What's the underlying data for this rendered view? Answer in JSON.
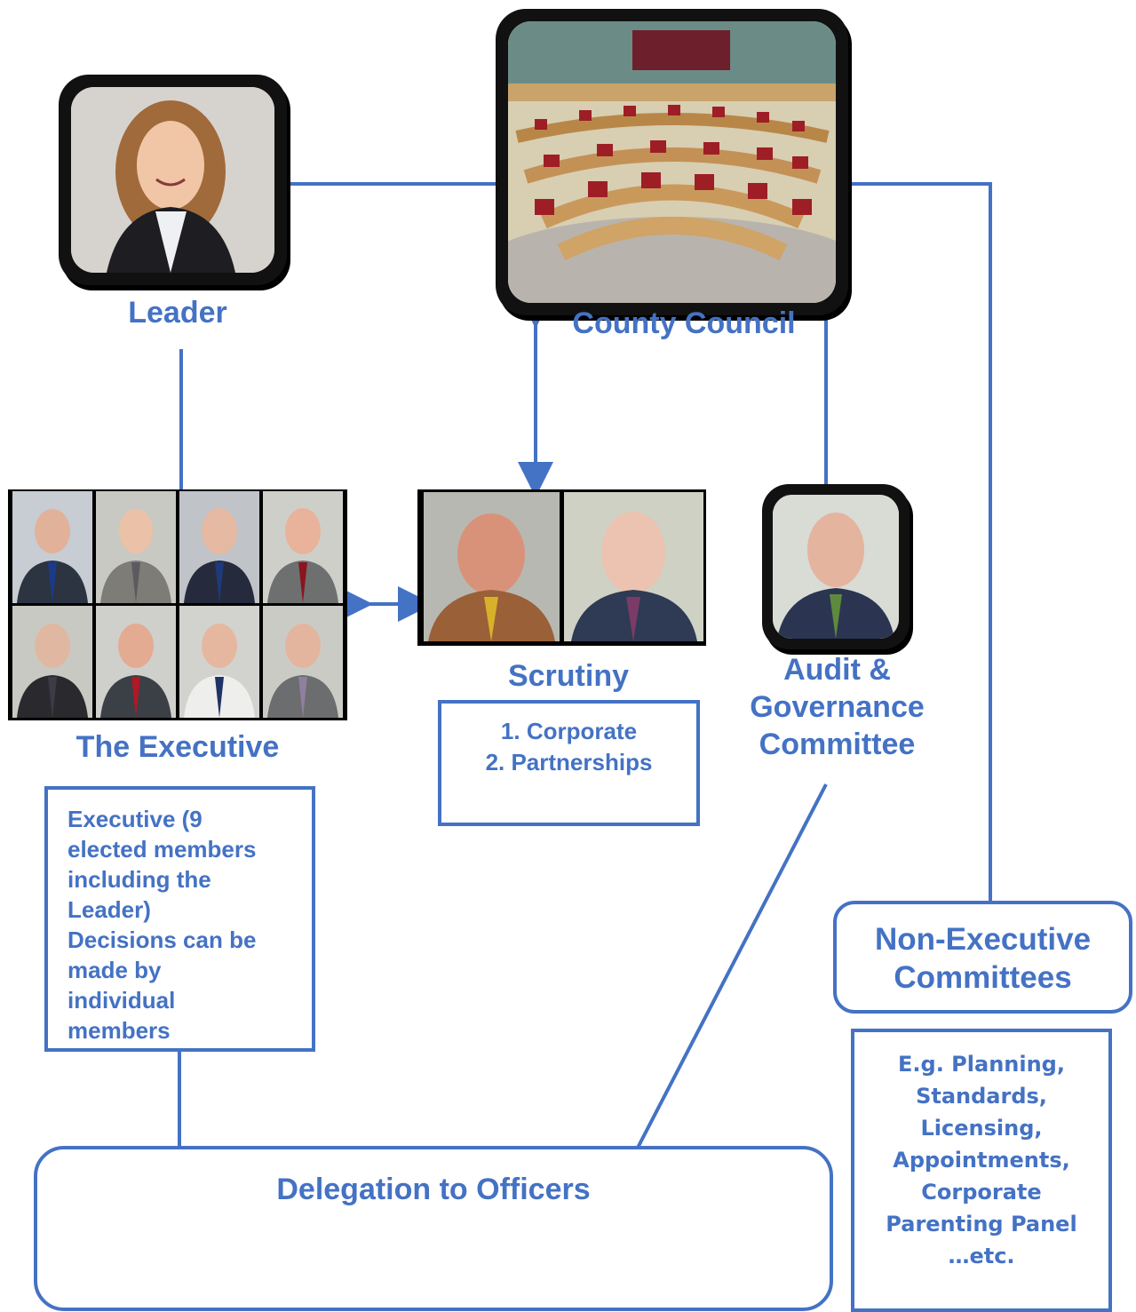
{
  "labels": {
    "leader": "Leader",
    "county_council": "County Council",
    "executive": "The Executive",
    "scrutiny": "Scrutiny",
    "audit_line1": "Audit &",
    "audit_line2": "Governance",
    "audit_line3": "Committee",
    "non_exec_line1": "Non-Executive",
    "non_exec_line2": "Committees",
    "delegation": "Delegation to Officers"
  },
  "scrutiny_items": [
    "1. Corporate",
    "2. Partnerships"
  ],
  "executive_box_lines": [
    "Executive (9",
    "elected members",
    "including the",
    "Leader)",
    "Decisions can be",
    "made by",
    "individual",
    "members"
  ],
  "non_exec_box_lines": [
    "E.g. Planning,",
    "Standards,",
    "Licensing,",
    "Appointments,",
    "Corporate",
    "Parenting Panel",
    "…etc."
  ],
  "colors": {
    "accent": "#4472c4",
    "frame": "#111111"
  }
}
